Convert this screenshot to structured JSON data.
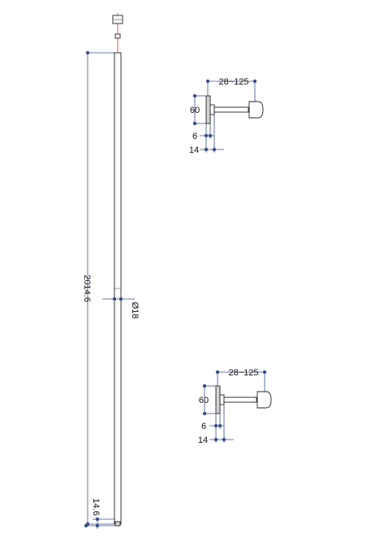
{
  "dimensions": {
    "total_length": "2014.6",
    "bottom_segment": "14.6",
    "diameter": "Ø18"
  },
  "brackets": [
    {
      "offset_range": "28~125",
      "plate_height": "60",
      "plate_thickness": "6",
      "overall_depth": "14"
    },
    {
      "offset_range": "28~125",
      "plate_height": "60",
      "plate_thickness": "6",
      "overall_depth": "14"
    }
  ],
  "colors": {
    "dimension": "#3a4f8a",
    "outline": "#222222",
    "centerline": "#e03030"
  }
}
